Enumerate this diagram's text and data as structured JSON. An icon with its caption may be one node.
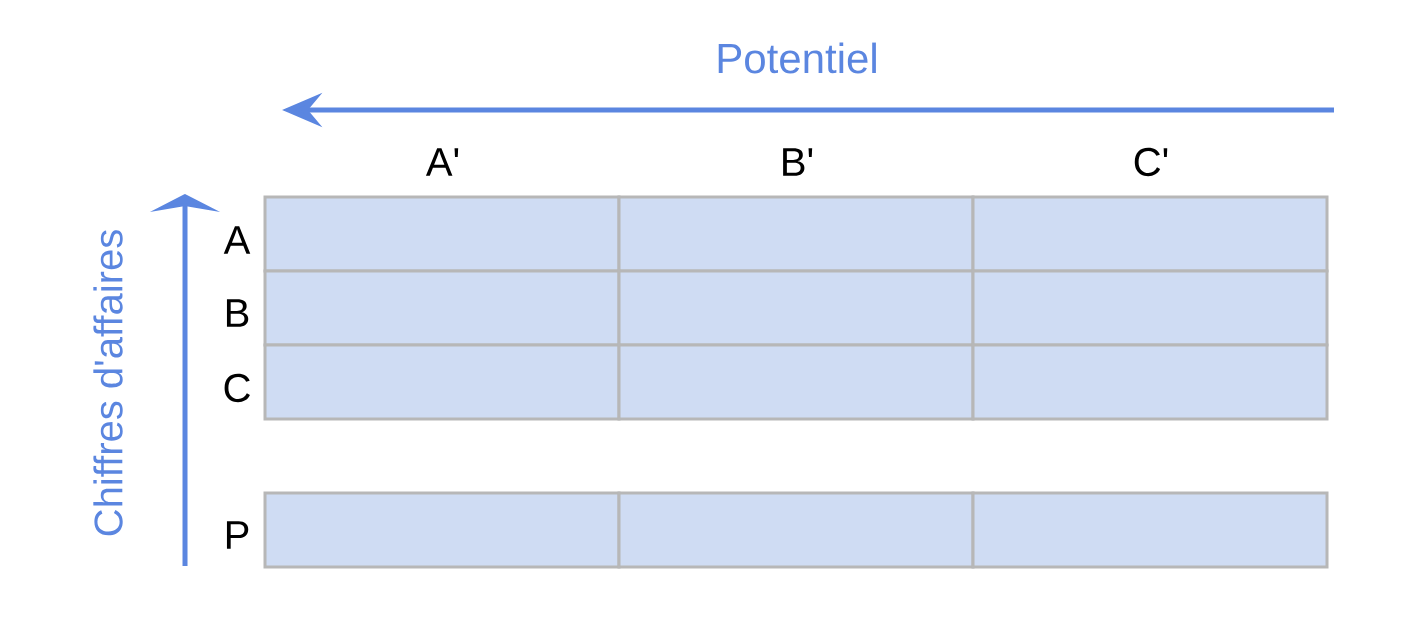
{
  "diagram": {
    "labels": [
      "Potentiel",
      "A'",
      "B'",
      "C'",
      "Chiffres d'affaires",
      "A",
      "B",
      "C",
      "P"
    ]
  }
}
